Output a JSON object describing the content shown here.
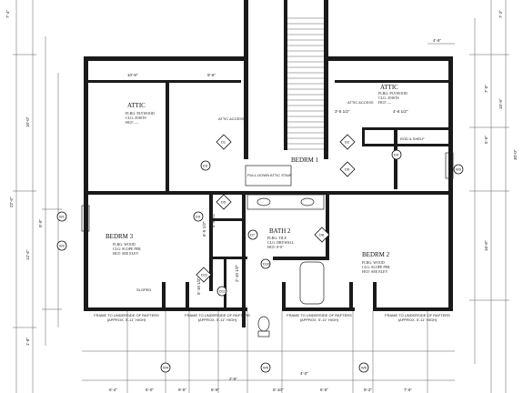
{
  "rooms": {
    "attic_left": {
      "name": "ATTIC",
      "specs": [
        "FLRG: PLYWOOD",
        "CLG: JOISTS",
        "HGT: —"
      ]
    },
    "attic_right": {
      "name": "ATTIC",
      "specs": [
        "FLRG: PLYWOOD",
        "CLG: JOISTS",
        "HGT: —"
      ]
    },
    "bedrm1": {
      "name": "BEDRM 1"
    },
    "bedrm2": {
      "name": "BEDRM 2",
      "specs": [
        "FLRG: WOOD",
        "CLG: SLOPE PER",
        "HGT: SEE ELEV"
      ]
    },
    "bedrm3": {
      "name": "BEDRM 3",
      "specs": [
        "FLRG: WOOD",
        "CLG: SLOPE PER",
        "HGT: SEE ELEV"
      ]
    },
    "bath2": {
      "name": "BATH 2",
      "specs": [
        "FLRG: TILE",
        "CLG: DRYWALL",
        "HGT: 8'-0\""
      ]
    }
  },
  "notes": {
    "attic_access_left": "ATTIC ACCESS",
    "attic_access_right": "ATTIC ACCESS",
    "pull_down": "PULL-DOWN ATTIC STAIR",
    "frame_1": "FRAME TO UNDERSIDE OF RAFTERS (APPROX. 5'-11\" HIGH)",
    "frame_2": "FRAME TO UNDERSIDE OF RAFTERS (APPROX. 5'-11\" HIGH)",
    "frame_3": "FRAME TO UNDERSIDE OF RAFTERS (APPROX. 5'-11\" HIGH)",
    "frame_4": "FRAME TO UNDERSIDE OF RAFTERS (APPROX. 5'-11\" HIGH)",
    "slope": "SLOPED",
    "rod_shelf": "ROD & SHELF"
  },
  "dims": {
    "top_right": "4'-6\"",
    "right_a": "7'-2\"",
    "right_b": "7'-5\"",
    "right_c": "5'-5\"",
    "right_d": "10'-9\"",
    "right_e": "30'-0\"",
    "right_f": "16'-8\"",
    "left_a": "7'-4\"",
    "left_b": "10'-0\"",
    "left_c": "22'-6\"",
    "left_d": "12'-6\"",
    "left_e": "9'-9\"",
    "left_f": "1'-8\"",
    "attic_l_w": "10'-8\"",
    "attic_l_w2": "9'-6\"",
    "attic_r_w": "3'-5 1/2\"",
    "attic_r_w2": "4'-6 1/2\"",
    "bath_w": "5'-4 1/2\"",
    "bot_a": "2'-6\"",
    "bot_b": "4'-0\"",
    "closet": "2'-10 1/2\"",
    "closet2": "5'-10 1/2\"",
    "closet3": "6'-5 1/2\"",
    "bottom_tabs": [
      "6'-4\"",
      "6'-0\"",
      "9'-5\"",
      "6'-9\"",
      "6'-10\"",
      "6'-5\"",
      "9'-2\"",
      "7'-6\""
    ]
  },
  "tags": {
    "t1": "D1",
    "t2": "D2",
    "t3": "D3",
    "t4": "D4",
    "t5": "D5",
    "t6": "D6",
    "t7": "D7",
    "t8": "D8",
    "t9": "D9",
    "t10": "D10",
    "t11": "D11",
    "t12": "D12",
    "w1": "W1",
    "w2": "W2",
    "w3": "W3",
    "w4": "W4",
    "w5": "W5",
    "w6": "W6"
  }
}
